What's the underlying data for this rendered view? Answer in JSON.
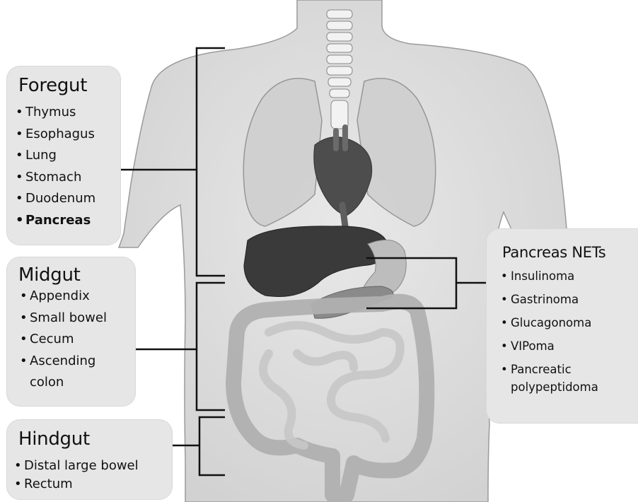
{
  "foregut": {
    "title": "Foregut",
    "items": [
      "Thymus",
      "Esophagus",
      "Lung",
      "Stomach",
      "Duodenum",
      "Pancreas"
    ]
  },
  "midgut": {
    "title": "Midgut",
    "items": [
      "Appendix",
      "Small bowel",
      "Cecum",
      "Ascending",
      "colon"
    ]
  },
  "hindgut": {
    "title": "Hindgut",
    "items": [
      "Distal large bowel",
      "Rectum"
    ]
  },
  "pancreas_nets": {
    "title": "Pancreas NETs",
    "items": [
      "Insulinoma",
      "Gastrinoma",
      "Glucagonoma",
      "VIPoma",
      "Pancreatic",
      "polypeptidoma"
    ]
  },
  "colors": {
    "box_fill": "#e6e6e6",
    "body_fill": "#dcdcdc",
    "organ_light": "#c8c8c8",
    "organ_dark": "#3a3a3a",
    "bracket": "#111111"
  },
  "icons": [
    "torso-illustration",
    "lungs",
    "heart",
    "liver",
    "stomach",
    "pancreas",
    "colon",
    "small-intestine",
    "spine"
  ]
}
